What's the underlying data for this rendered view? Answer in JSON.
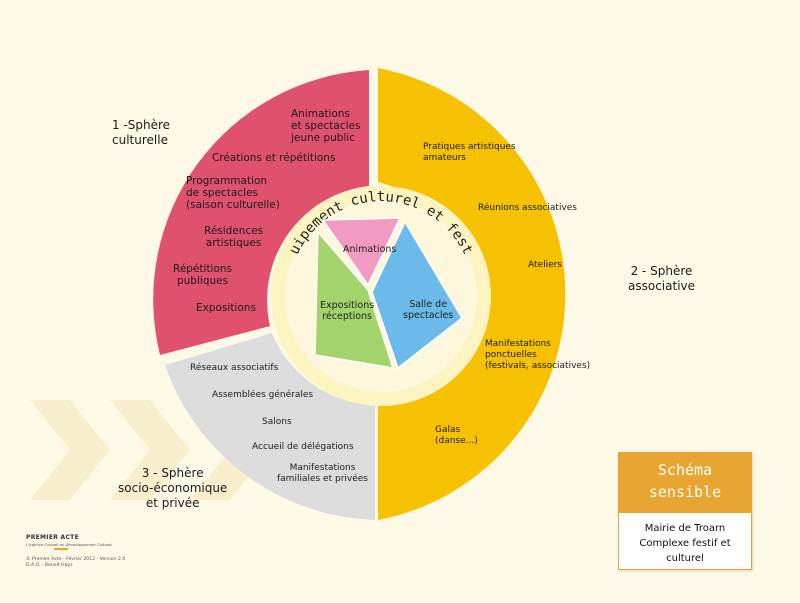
{
  "culturelle": {
    "title": "1 -Sphère\nculturelle",
    "color": "#e0516e",
    "items": [
      "Animations\net spectacles\njeune public",
      "Créations et répétitions",
      "Programmation\nde spectacles\n(saison culturelle)",
      "Résidences\nartistiques",
      "Répétitions\npubliques",
      "Expositions"
    ]
  },
  "associative": {
    "title": "2 - Sphère\nassociative",
    "color": "#f5c100",
    "items": [
      "Pratiques artistiques\namateurs",
      "Réunions associatives",
      "Ateliers",
      "Manifestations\nponctuelles\n(festivals, associatives)",
      "Galas\n(danse...)"
    ]
  },
  "socio": {
    "title": "3 - Sphère\nsocio-économique\net privée",
    "color": "#dcdcdc",
    "items": [
      "Réseaux associatifs",
      "Assemblées générales",
      "Salons",
      "Accueil de délégations",
      "Manifestations\nfamiliales et privées"
    ]
  },
  "center": {
    "title": "Equipement culturel et festif",
    "items": [
      {
        "label": "Animations",
        "color": "#f19bc3"
      },
      {
        "label": "Expositions\nréceptions",
        "color": "#a3d46b"
      },
      {
        "label": "Salle de\nspectacles",
        "color": "#6bbaea"
      }
    ]
  },
  "card": {
    "title": "Schéma\nsensible",
    "subtitle": "Mairie de Troarn\nComplexe festif et culturel"
  },
  "logo": {
    "name": "PREMIER ACTE",
    "tagline": "L'Agence Conseil en Développement Culturel"
  },
  "footer": {
    "line1": "© Premier Acte - Février 2012 - Version 2.0",
    "line2": "D.A.O. : Benoît Hays"
  }
}
